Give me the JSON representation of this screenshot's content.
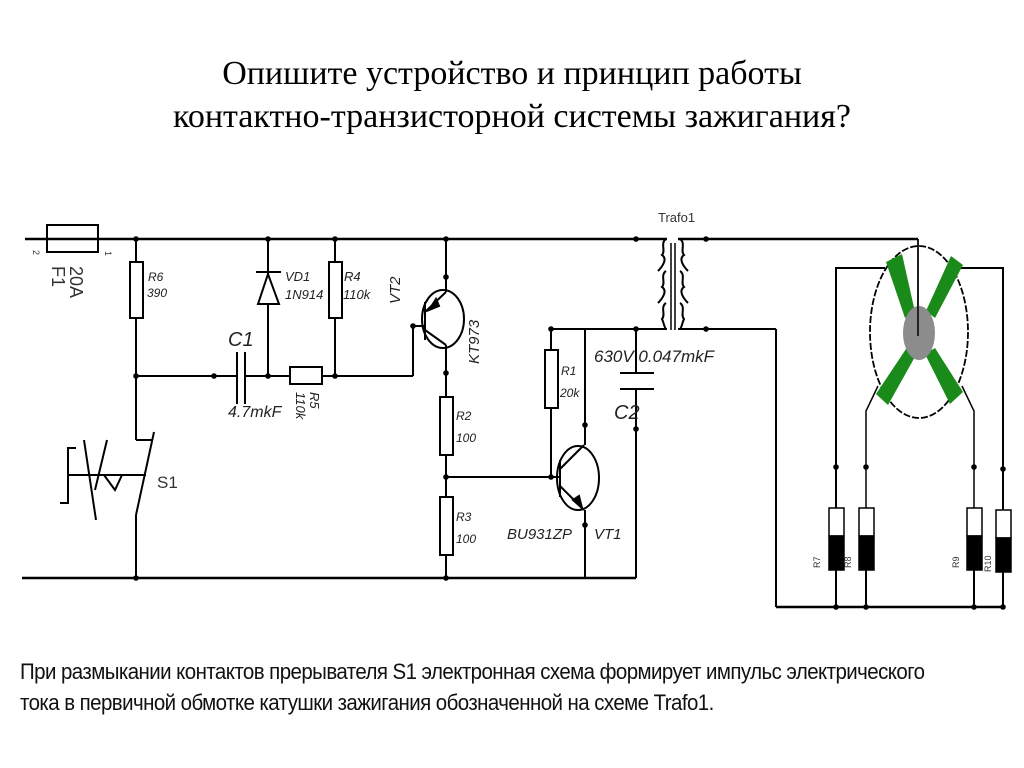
{
  "title": {
    "line1": "Опишите устройство и принцип работы",
    "line2": "контактно-транзисторной системы зажигания?"
  },
  "schematic": {
    "fuse": {
      "ref": "F1",
      "value": "20A",
      "pin1": "2",
      "pin2": "1"
    },
    "r6": {
      "ref": "R6",
      "value": "390"
    },
    "vd1": {
      "ref": "VD1",
      "value": "1N914"
    },
    "r4": {
      "ref": "R4",
      "value": "110k"
    },
    "c1": {
      "ref": "C1",
      "value": "4.7mkF"
    },
    "r5": {
      "ref": "R5",
      "value": "110k"
    },
    "vt2": {
      "ref": "VT2",
      "value": "KT973"
    },
    "r2": {
      "ref": "R2",
      "value": "100"
    },
    "r3": {
      "ref": "R3",
      "value": "100"
    },
    "s1": {
      "ref": "S1"
    },
    "r1": {
      "ref": "R1",
      "value": "20k"
    },
    "vt1": {
      "ref": "VT1",
      "value": "BU931ZP"
    },
    "c2": {
      "ref": "C2",
      "value": "630V 0.047mkF"
    },
    "trafo": {
      "ref": "Trafo1"
    },
    "r7": {
      "ref": "R7"
    },
    "r8": {
      "ref": "R8"
    },
    "r9": {
      "ref": "R9"
    },
    "r10": {
      "ref": "R10"
    },
    "colors": {
      "wire": "#000000",
      "rotor_blade": "#1a8a1a",
      "rotor_hub": "#8c8c8c"
    }
  },
  "caption": {
    "line1": "При размыкании контактов прерывателя S1 электронная схема формирует импульс электрического",
    "line2": "тока в первичной обмотке катушки зажигания обозначенной на схеме Trafo1."
  }
}
